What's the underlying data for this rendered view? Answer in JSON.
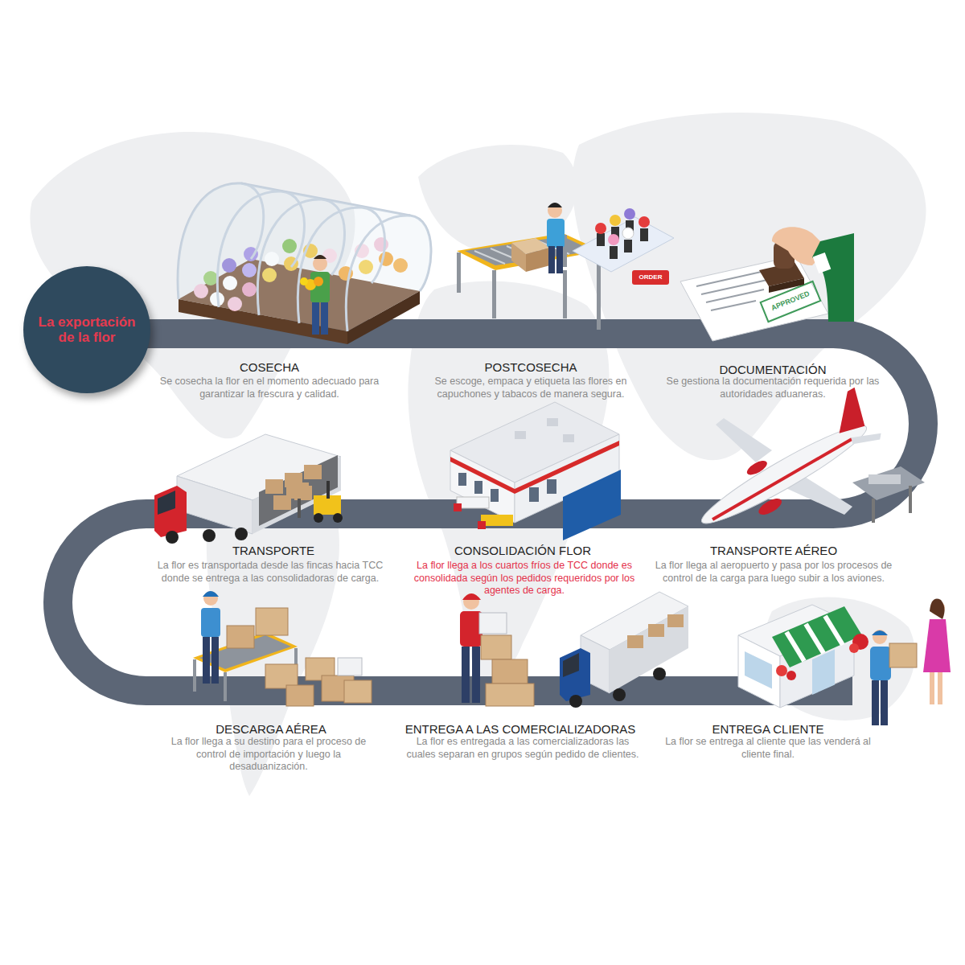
{
  "diagram": {
    "title": "La exportación de la flor",
    "labels": [
      "COSECHA",
      "Se cosecha la flor en el momento adecuado para garantizar la frescura y calidad.",
      "POSTCOSECHA",
      "Se escoge, empaca y etiqueta las flores en capuchones y tabacos de manera segura.",
      "DOCUMENTACIÓN",
      "Se gestiona la documentación requerida por las autoridades aduaneras.",
      "TRANSPORTE",
      "La flor es transportada desde las fincas hacia TCC donde se entrega a las consolidadoras de carga.",
      "CONSOLIDACIÓN FLOR",
      "La flor llega a los cuartos fríos de TCC donde es consolidada según los pedidos requeridos por los agentes de carga.",
      "TRANSPORTE AÉREO",
      "La flor llega al aeropuerto y pasa por los procesos de control de la carga para luego subir a los aviones.",
      "DESCARGA AÉREA",
      "La flor llega a su destino para el proceso de control de importación y luego la desaduanización.",
      "ENTREGA A LAS COMERCIALIZADORAS",
      "La flor es entregada a las comercializadoras las cuales separan en grupos según pedido de clientes.",
      "ENTREGA CLIENTE",
      "La flor se entrega al cliente que las venderá al cliente final.",
      "ORDER",
      "APPROVED"
    ]
  }
}
